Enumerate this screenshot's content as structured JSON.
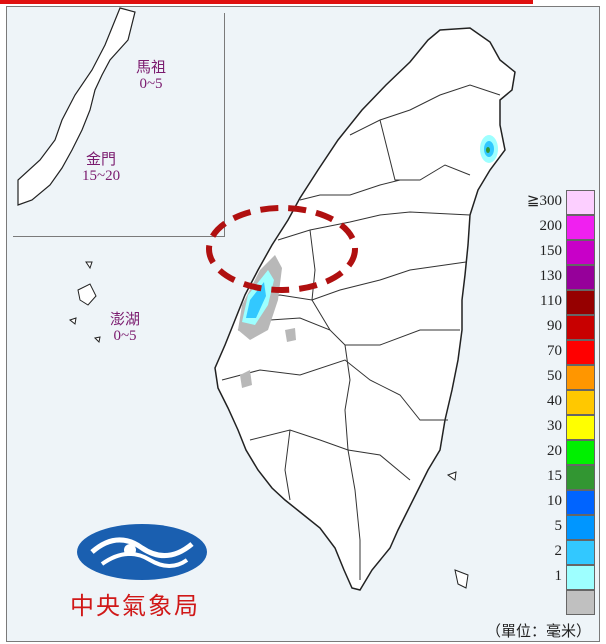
{
  "islands": {
    "mazu": {
      "name": "馬祖",
      "range": "0~5"
    },
    "kinmen": {
      "name": "金門",
      "range": "15~20"
    },
    "penghu": {
      "name": "澎湖",
      "range": "0~5"
    }
  },
  "legend": {
    "unit": "（單位：毫米）",
    "items": [
      {
        "label": "≧300",
        "color": "#fccfff"
      },
      {
        "label": "200",
        "color": "#f020f0"
      },
      {
        "label": "150",
        "color": "#c800c8"
      },
      {
        "label": "130",
        "color": "#96009a"
      },
      {
        "label": "110",
        "color": "#960000"
      },
      {
        "label": "90",
        "color": "#c80000"
      },
      {
        "label": "70",
        "color": "#ff0000"
      },
      {
        "label": "50",
        "color": "#ff9600"
      },
      {
        "label": "40",
        "color": "#ffc800"
      },
      {
        "label": "30",
        "color": "#ffff00"
      },
      {
        "label": "20",
        "color": "#00f000"
      },
      {
        "label": "15",
        "color": "#329632"
      },
      {
        "label": "10",
        "color": "#0064ff"
      },
      {
        "label": "5",
        "color": "#0096ff"
      },
      {
        "label": "2",
        "color": "#32c8ff"
      },
      {
        "label": "1",
        "color": "#9effff"
      },
      {
        "label": "",
        "color": "#c0c0c0"
      }
    ]
  },
  "logo": {
    "text": "中央氣象局"
  }
}
